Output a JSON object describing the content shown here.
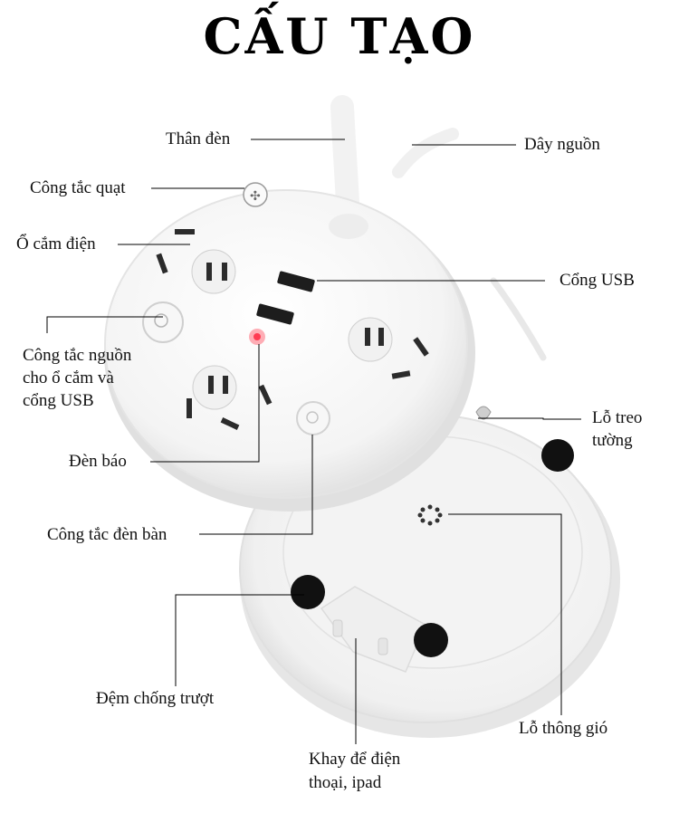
{
  "title": "CẤU TẠO",
  "labels": {
    "lamp_body": "Thân đèn",
    "power_cord": "Dây nguồn",
    "fan_switch": "Công tắc quạt",
    "outlet": "Ổ cắm điện",
    "usb_port": "Cổng USB",
    "power_switch_l1": "Công tắc nguồn",
    "power_switch_l2": "cho ổ cắm và",
    "power_switch_l3": "cổng USB",
    "indicator_light": "Đèn báo",
    "hang_hole_l1": "Lỗ treo",
    "hang_hole_l2": "tường",
    "lamp_switch": "Công tắc đèn bàn",
    "anti_slip_pad": "Đệm chống trượt",
    "vent_hole": "Lỗ thông gió",
    "tray_l1": "Khay để điện",
    "tray_l2": "thoại, ipad"
  },
  "colors": {
    "device": "#f6f6f6",
    "shadow": "#d9d9d9",
    "indicator": "#ff6b7a",
    "leader": "#000000"
  }
}
